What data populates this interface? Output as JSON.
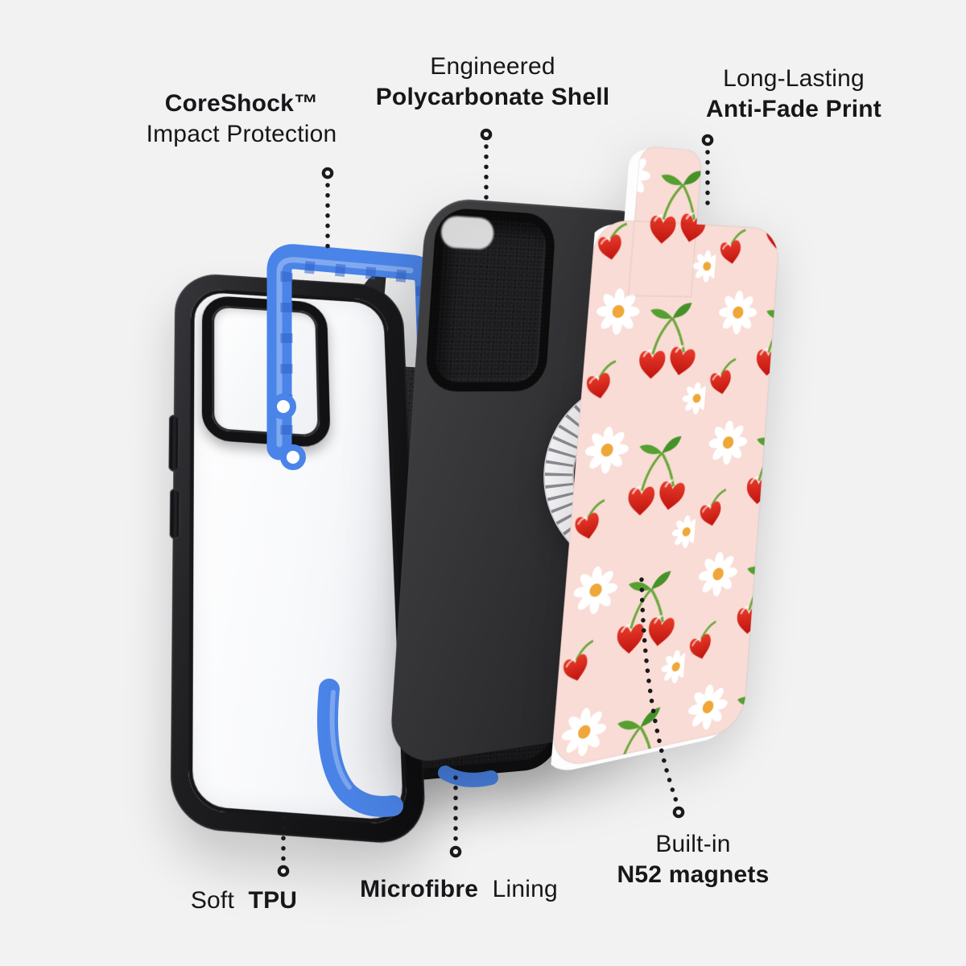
{
  "page": {
    "background": "#f2f2f3",
    "description": "Exploded view of a protective phone case showing its four layers with feature callouts"
  },
  "callouts": {
    "coreshock": {
      "line1": "CoreShock™",
      "line2": "Impact Protection"
    },
    "shell": {
      "line1": "Engineered",
      "line2": "Polycarbonate Shell"
    },
    "print": {
      "line1": "Long-Lasting",
      "line2": "Anti-Fade Print"
    },
    "tpu": {
      "regular": "Soft",
      "bold": "TPU"
    },
    "lining": {
      "bold": "Microfibre",
      "regular": "Lining"
    },
    "magnets": {
      "line1": "Built-in",
      "line2": "N52 magnets"
    }
  },
  "layers": {
    "tpu_frame": {
      "label": "Soft TPU frame with clear back",
      "frame_color": "#1d1d20"
    },
    "coreshock": {
      "label": "Blue CoreShock shock-absorbing bumper",
      "color": "#4a84e8"
    },
    "microfibre": {
      "label": "Black microfibre lining layer",
      "color": "#232326"
    },
    "shell": {
      "label": "Matte black polycarbonate shell",
      "color": "#333336"
    },
    "magsafe_ring": {
      "label": "Segmented N52 magnet ring",
      "color": "#f6f6f8"
    },
    "print_panel": {
      "label": "Cherry and daisy printed back plate",
      "background": "#f8dcd5",
      "cherry_red": "#d5251c",
      "stem_green": "#6fa83e",
      "daisy_center": "#efa738"
    }
  }
}
